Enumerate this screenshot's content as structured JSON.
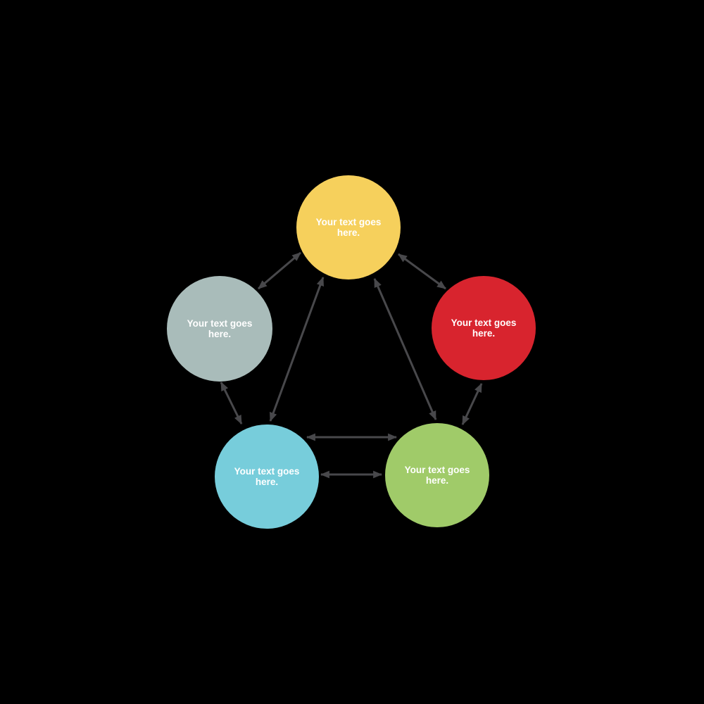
{
  "diagram": {
    "type": "network",
    "background_color": "#000000",
    "connector_color": "#48484B",
    "text_color": "#FFFFFF",
    "nodes": [
      {
        "id": "top",
        "label": "Your text goes here.",
        "color": "#F6D05C"
      },
      {
        "id": "left",
        "label": "Your text goes here.",
        "color": "#A9BCBA"
      },
      {
        "id": "right",
        "label": "Your text goes here.",
        "color": "#D8242E"
      },
      {
        "id": "bottom_left",
        "label": "Your text goes here.",
        "color": "#77CDDB"
      },
      {
        "id": "bottom_right",
        "label": "Your text goes here.",
        "color": "#A0CB69"
      }
    ],
    "connections": [
      {
        "from": "top",
        "to": "left",
        "style": "double-arrow"
      },
      {
        "from": "top",
        "to": "right",
        "style": "double-arrow"
      },
      {
        "from": "top",
        "to": "bottom_left",
        "style": "double-arrow"
      },
      {
        "from": "top",
        "to": "bottom_right",
        "style": "double-arrow"
      },
      {
        "from": "left",
        "to": "bottom_left",
        "style": "double-arrow"
      },
      {
        "from": "right",
        "to": "bottom_right",
        "style": "double-arrow"
      },
      {
        "from": "bottom_left",
        "to": "bottom_right",
        "style": "double-arrow"
      },
      {
        "from": "bottom_right",
        "to": "bottom_left",
        "style": "double-arrow"
      }
    ]
  }
}
